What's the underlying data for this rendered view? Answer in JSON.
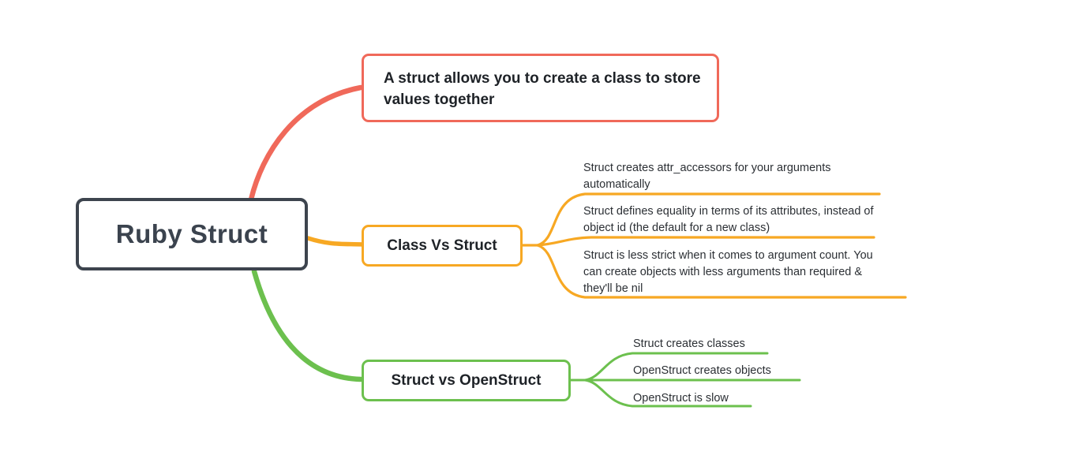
{
  "colors": {
    "root_border": "#3d444e",
    "red": "#f0695a",
    "yellow": "#f7a823",
    "green": "#6cc04e",
    "background": "#ffffff"
  },
  "root": {
    "label": "Ruby Struct"
  },
  "branches": [
    {
      "label": "A struct allows you to create a class to store values together",
      "color": "#f0695a",
      "children": []
    },
    {
      "label": "Class Vs Struct",
      "color": "#f7a823",
      "children": [
        "Struct creates attr_accessors for your arguments automatically",
        "Struct defines equality in terms of its attributes, instead of object id (the default for a new class)",
        "Struct is less strict when it comes to argument count. You can create objects with less arguments than required & they'll be nil"
      ]
    },
    {
      "label": "Struct vs OpenStruct",
      "color": "#6cc04e",
      "children": [
        "Struct creates classes",
        "OpenStruct creates objects",
        "OpenStruct is slow"
      ]
    }
  ]
}
